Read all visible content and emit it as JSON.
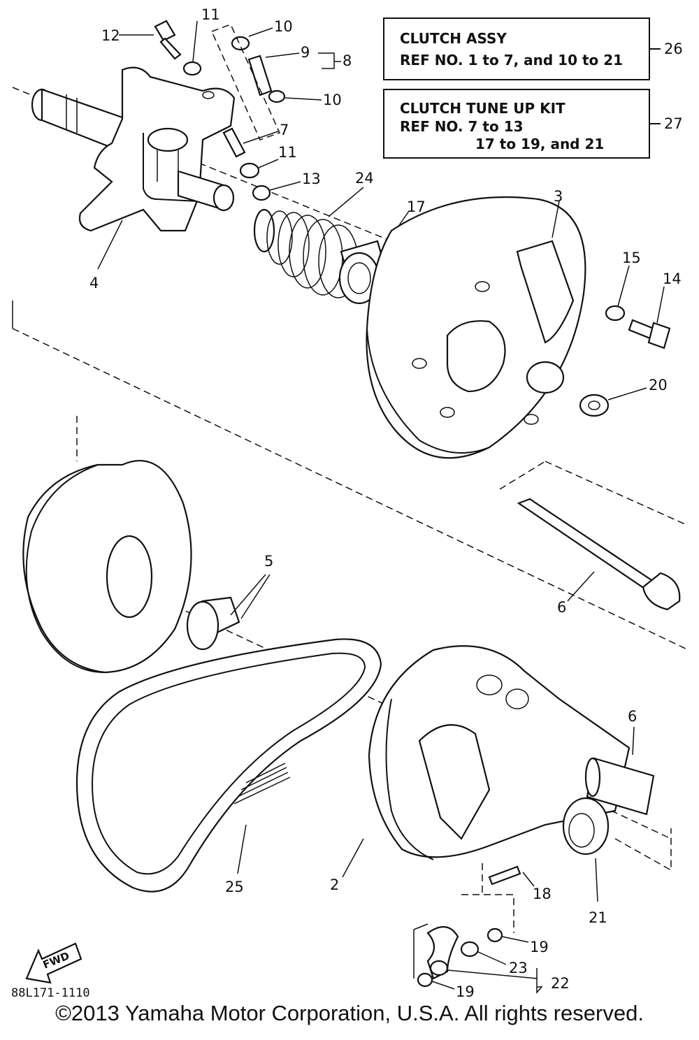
{
  "boxes": {
    "assy": {
      "line1": "CLUTCH ASSY",
      "line2": "REF NO. 1 to 7, and 10 to 21",
      "ref": "26"
    },
    "kit": {
      "line1": "CLUTCH TUNE UP KIT",
      "line2": "REF NO. 7 to 13",
      "line3": "17 to 19, and 21",
      "ref": "27"
    }
  },
  "callouts": {
    "c1": "12",
    "c2": "11",
    "c3": "10",
    "c4": "9",
    "c5": "8",
    "c6": "10",
    "c7": "7",
    "c8": "11",
    "c9": "13",
    "c10": "24",
    "c11": "17",
    "c12": "3",
    "c13": "4",
    "c14": "15",
    "c15": "14",
    "c16": "20",
    "c17": "5",
    "c18": "6",
    "c19": "6",
    "c20": "25",
    "c21": "2",
    "c22": "18",
    "c23": "21",
    "c24": "19",
    "c25": "23",
    "c26": "22",
    "c27": "19"
  },
  "fwd_label": "FWD",
  "diagram_code": "88L171-1110",
  "copyright": "©2013 Yamaha Motor Corporation, U.S.A. All rights reserved."
}
